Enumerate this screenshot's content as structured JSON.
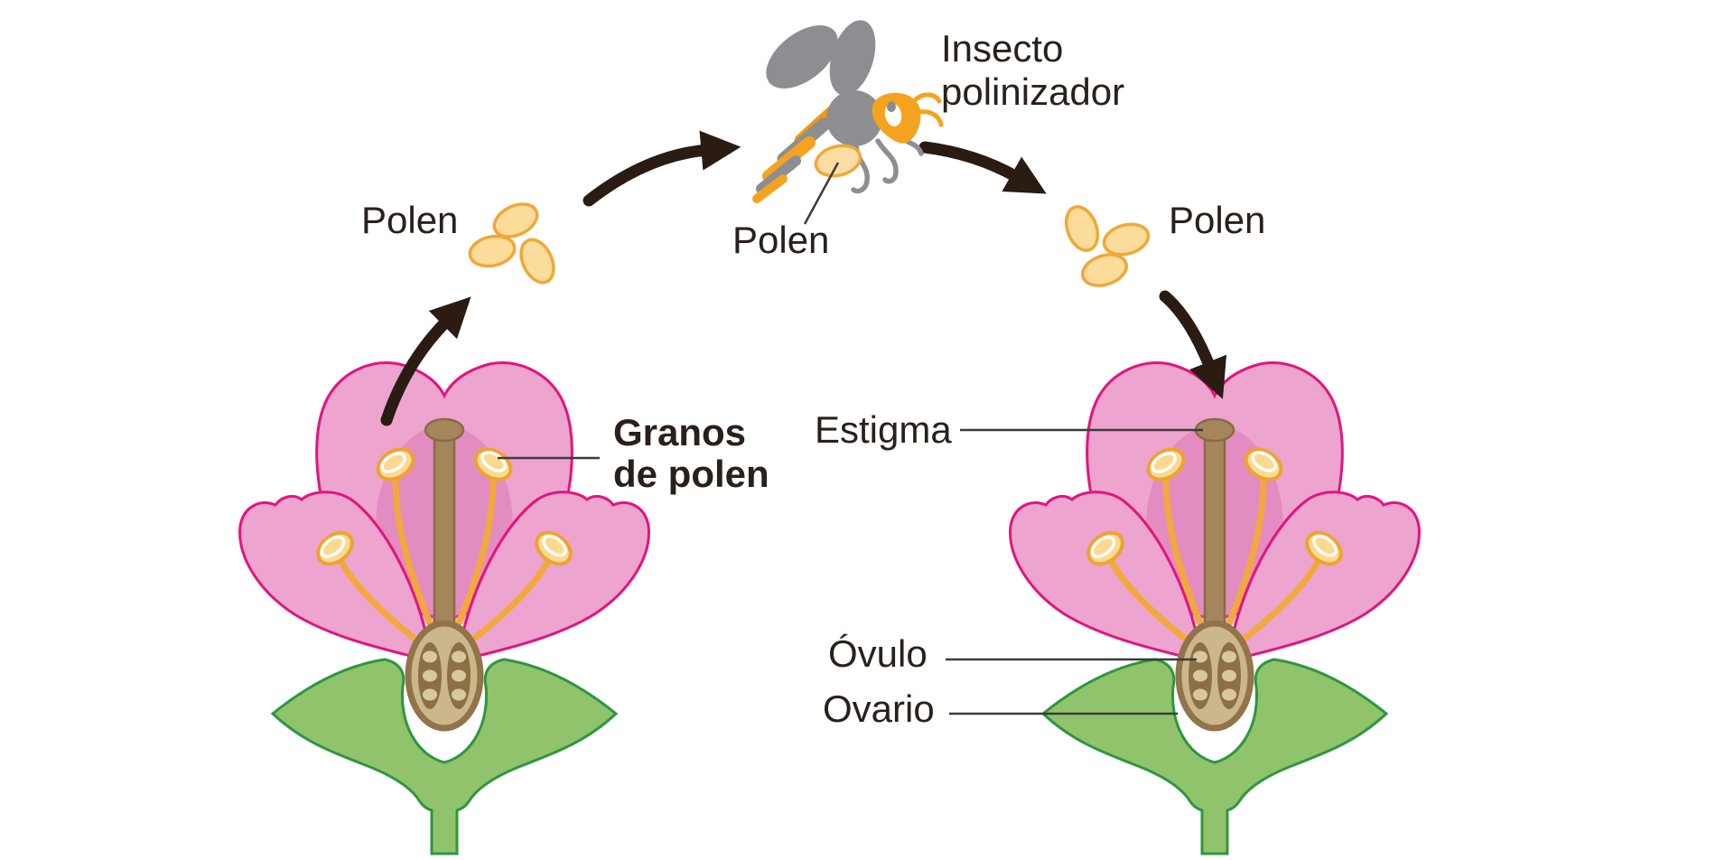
{
  "diagram": {
    "title_semantic": "pollination-cycle-diagram",
    "labels": {
      "pollinator_insect_line1": "Insecto",
      "pollinator_insect_line2": "polinizador",
      "pollen_left": "Polen",
      "pollen_center": "Polen",
      "pollen_right": "Polen",
      "pollen_grains_line1": "Granos",
      "pollen_grains_line2": "de polen",
      "stigma": "Estigma",
      "ovule": "Óvulo",
      "ovary": "Ovario"
    },
    "colors": {
      "background": "#ffffff",
      "text": "#2a201b",
      "arrow": "#2a1c12",
      "leader_line": "#3c3c3c",
      "petal_fill": "#eda4cf",
      "petal_deep": "#d66fb0",
      "petal_stroke": "#e2147f",
      "sepal_fill": "#90c36c",
      "sepal_stroke": "#2f9641",
      "pistil_fill": "#a5855c",
      "pistil_stroke": "#8a6b43",
      "ovary_fill": "#ccb78d",
      "ovary_ring": "#92744a",
      "chamber_fill": "#8d6f46",
      "ovule_fill": "#d8c89f",
      "stamen_stroke": "#f2a93c",
      "anther_fill": "#fbd991",
      "anther_stroke": "#eda42f",
      "pollen_fill": "#fbdc9b",
      "pollen_pack_fill": "#fcdda4",
      "pollen_stroke": "#f0a838",
      "bee_gray": "#8d8e92",
      "bee_orange": "#f5a31e",
      "bee_stripe_dark": "#f2990f"
    }
  }
}
